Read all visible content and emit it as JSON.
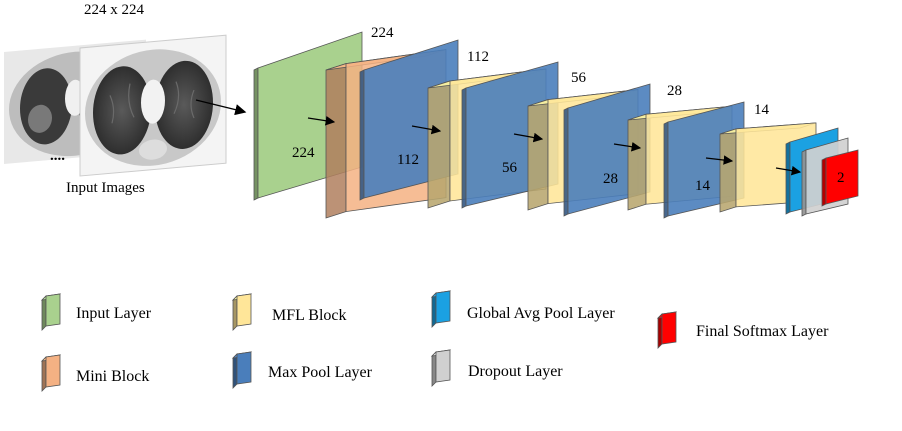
{
  "input": {
    "size_label": "224 x 224",
    "ellipsis": "....",
    "caption": "Input Images"
  },
  "dims": {
    "d224a": "224",
    "d224b": "224",
    "d112a": "112",
    "d112b": "112",
    "d56a": "56",
    "d56b": "56",
    "d28a": "28",
    "d28b": "28",
    "d14a": "14",
    "d14b": "14",
    "out": "2"
  },
  "legend": {
    "items": [
      {
        "key": "input_layer",
        "label": "Input Layer",
        "color": "#a9d18e"
      },
      {
        "key": "mini_block",
        "label": "Mini Block",
        "color": "#f4b183"
      },
      {
        "key": "mfl_block",
        "label": "MFL Block",
        "color": "#ffe699"
      },
      {
        "key": "max_pool",
        "label": "Max Pool Layer",
        "color": "#4a7ebb"
      },
      {
        "key": "global_avg_pool",
        "label": "Global Avg Pool Layer",
        "color": "#1ba1e2"
      },
      {
        "key": "dropout",
        "label": "Dropout Layer",
        "color": "#d0d0d0"
      },
      {
        "key": "softmax",
        "label": "Final Softmax Layer",
        "color": "#ff0000"
      }
    ]
  }
}
